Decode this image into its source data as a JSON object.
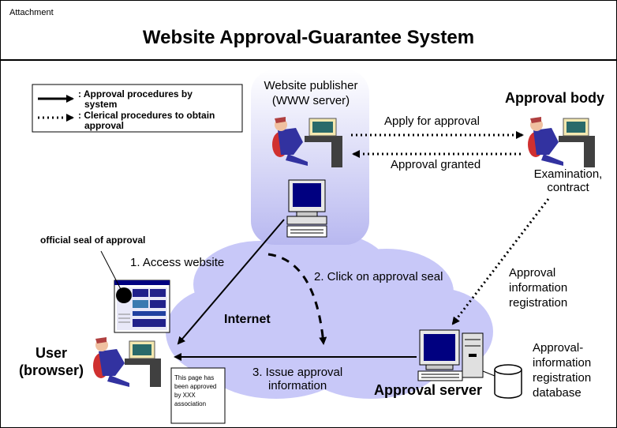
{
  "header": {
    "attachment_label": "Attachment",
    "title": "Website Approval-Guarantee System"
  },
  "legend": {
    "solid_line_text_1": ": Approval procedures by",
    "solid_line_text_2": "system",
    "dotted_line_text_1": ": Clerical procedures to  obtain",
    "dotted_line_text_2": "approval"
  },
  "nodes": {
    "publisher_1": "Website publisher",
    "publisher_2": "(WWW server)",
    "approval_body": "Approval body",
    "examination_1": "Examination,",
    "examination_2": "contract",
    "user_1": "User",
    "user_2": "(browser)",
    "approval_server": "Approval server",
    "database_1": "Approval-",
    "database_2": "information",
    "database_3": "registration",
    "database_4": "database",
    "internet": "Internet",
    "seal_label": "official seal of approval"
  },
  "flows": {
    "apply": "Apply for approval",
    "granted": "Approval granted",
    "registration_1": "Approval",
    "registration_2": "information",
    "registration_3": "registration",
    "access": "1. Access website",
    "click": "2. Click on approval seal",
    "issue_1": "3. Issue approval",
    "issue_2": "information"
  },
  "approval_page": {
    "line_1": "This page has",
    "line_2": "been approved",
    "line_3": "by XXX",
    "line_4": "association"
  },
  "colors": {
    "cloud": "#c8c8f8",
    "publisher_panel": "#c8c8f8",
    "monitor_screen": "#000080",
    "person_body": "#3232a0",
    "chair": "#d03030",
    "desk": "#404040"
  }
}
